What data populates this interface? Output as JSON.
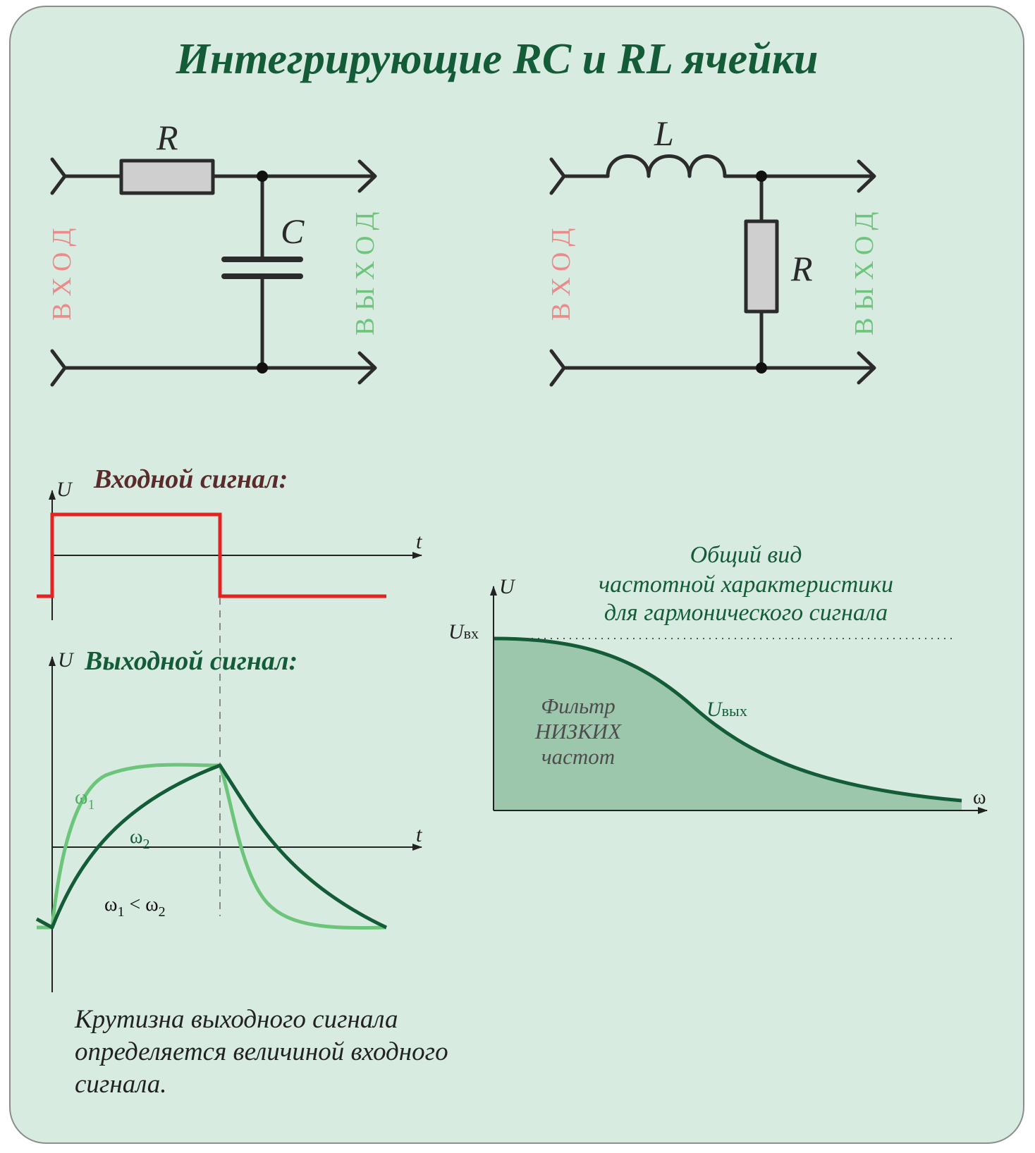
{
  "title": "Интегрирующие RC и RL ячейки",
  "rc_circuit": {
    "resistor_label": "R",
    "capacitor_label": "C",
    "input_label": "ВХОД",
    "output_label": "ВЫХОД"
  },
  "rl_circuit": {
    "inductor_label": "L",
    "resistor_label": "R",
    "input_label": "ВХОД",
    "output_label": "ВЫХОД"
  },
  "input_signal": {
    "title": "Входной сигнал:",
    "y_axis": "U",
    "x_axis": "t"
  },
  "output_signal": {
    "title": "Выходной сигнал:",
    "y_axis": "U",
    "x_axis": "t",
    "curve1_label": "ω",
    "curve1_sub": "1",
    "curve2_label": "ω",
    "curve2_sub": "2",
    "relation_a": "ω",
    "relation_a_sub": "1",
    "relation_op": " < ",
    "relation_b": "ω",
    "relation_b_sub": "2"
  },
  "frequency_response": {
    "title_lines": [
      "Общий вид",
      "частотной характеристики",
      "для гармонического сигнала"
    ],
    "y_axis": "U",
    "x_axis": "ω",
    "level_label_main": "U",
    "level_label_sub": "вх",
    "curve_label_main": "U",
    "curve_label_sub": "вых",
    "filter_lines": [
      "Фильтр",
      "НИЗКИХ",
      "частот"
    ]
  },
  "note_lines": [
    "Крутизна выходного сигнала",
    "определяется величиной входного",
    "сигнала."
  ],
  "colors": {
    "background": "#d8ebe0",
    "title": "#135c37",
    "input_pulse": "#e32222",
    "curve_fast": "#6cc57a",
    "curve_slow": "#135c37",
    "fill": "#9cc7ad",
    "input_label": "#ec8a8a",
    "output_label": "#6cc57a"
  }
}
